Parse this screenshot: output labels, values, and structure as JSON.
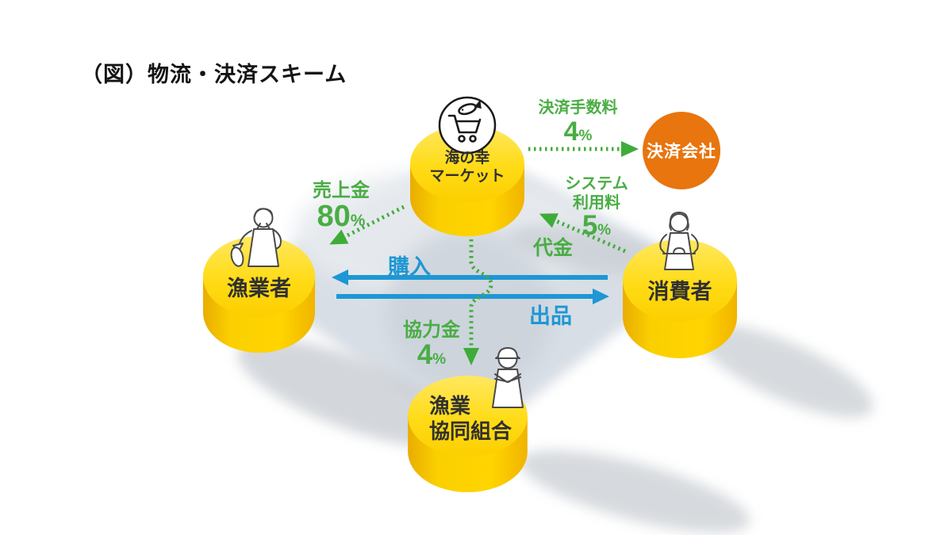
{
  "title": "（図）物流・決済スキーム",
  "nodes": {
    "market": {
      "line1": "海の幸",
      "line2": "マーケット",
      "icon": "fish-cart-icon"
    },
    "fisherman": {
      "label": "漁業者",
      "icon": "fisherman-person-icon"
    },
    "consumer": {
      "label": "消費者",
      "icon": "consumer-person-icon"
    },
    "cooperative": {
      "line1": "漁業",
      "line2": "協同組合",
      "icon": "coop-worker-person-icon"
    },
    "payment_company": {
      "label": "決済会社"
    }
  },
  "flows": {
    "payment_fee": {
      "label": "決済手数料",
      "value": "4",
      "unit": "%",
      "from": "market",
      "to": "payment_company",
      "style": "green-dotted"
    },
    "system_fee": {
      "line1": "システム",
      "line2": "利用料",
      "value": "5",
      "unit": "%",
      "from": "consumer",
      "to": "market",
      "style": "green-dotted"
    },
    "price": {
      "label": "代金",
      "from": "consumer",
      "to": "market",
      "style": "green-dotted"
    },
    "sales": {
      "label": "売上金",
      "value": "80",
      "unit": "%",
      "from": "market",
      "to": "fisherman",
      "style": "green-dotted"
    },
    "cooperation_fee": {
      "label": "協力金",
      "value": "4",
      "unit": "%",
      "from": "market",
      "to": "cooperative",
      "style": "green-dotted"
    },
    "purchase": {
      "label": "購入",
      "from": "consumer",
      "to": "fisherman",
      "style": "blue-solid"
    },
    "listing": {
      "label": "出品",
      "from": "fisherman",
      "to": "consumer",
      "style": "blue-solid"
    }
  },
  "colors": {
    "green": "#42ac3c",
    "blue": "#1e97d4",
    "cylinder_yellow": "#ffd400",
    "payment_orange": "#e8750e",
    "background_gray": "#d8dee5"
  }
}
